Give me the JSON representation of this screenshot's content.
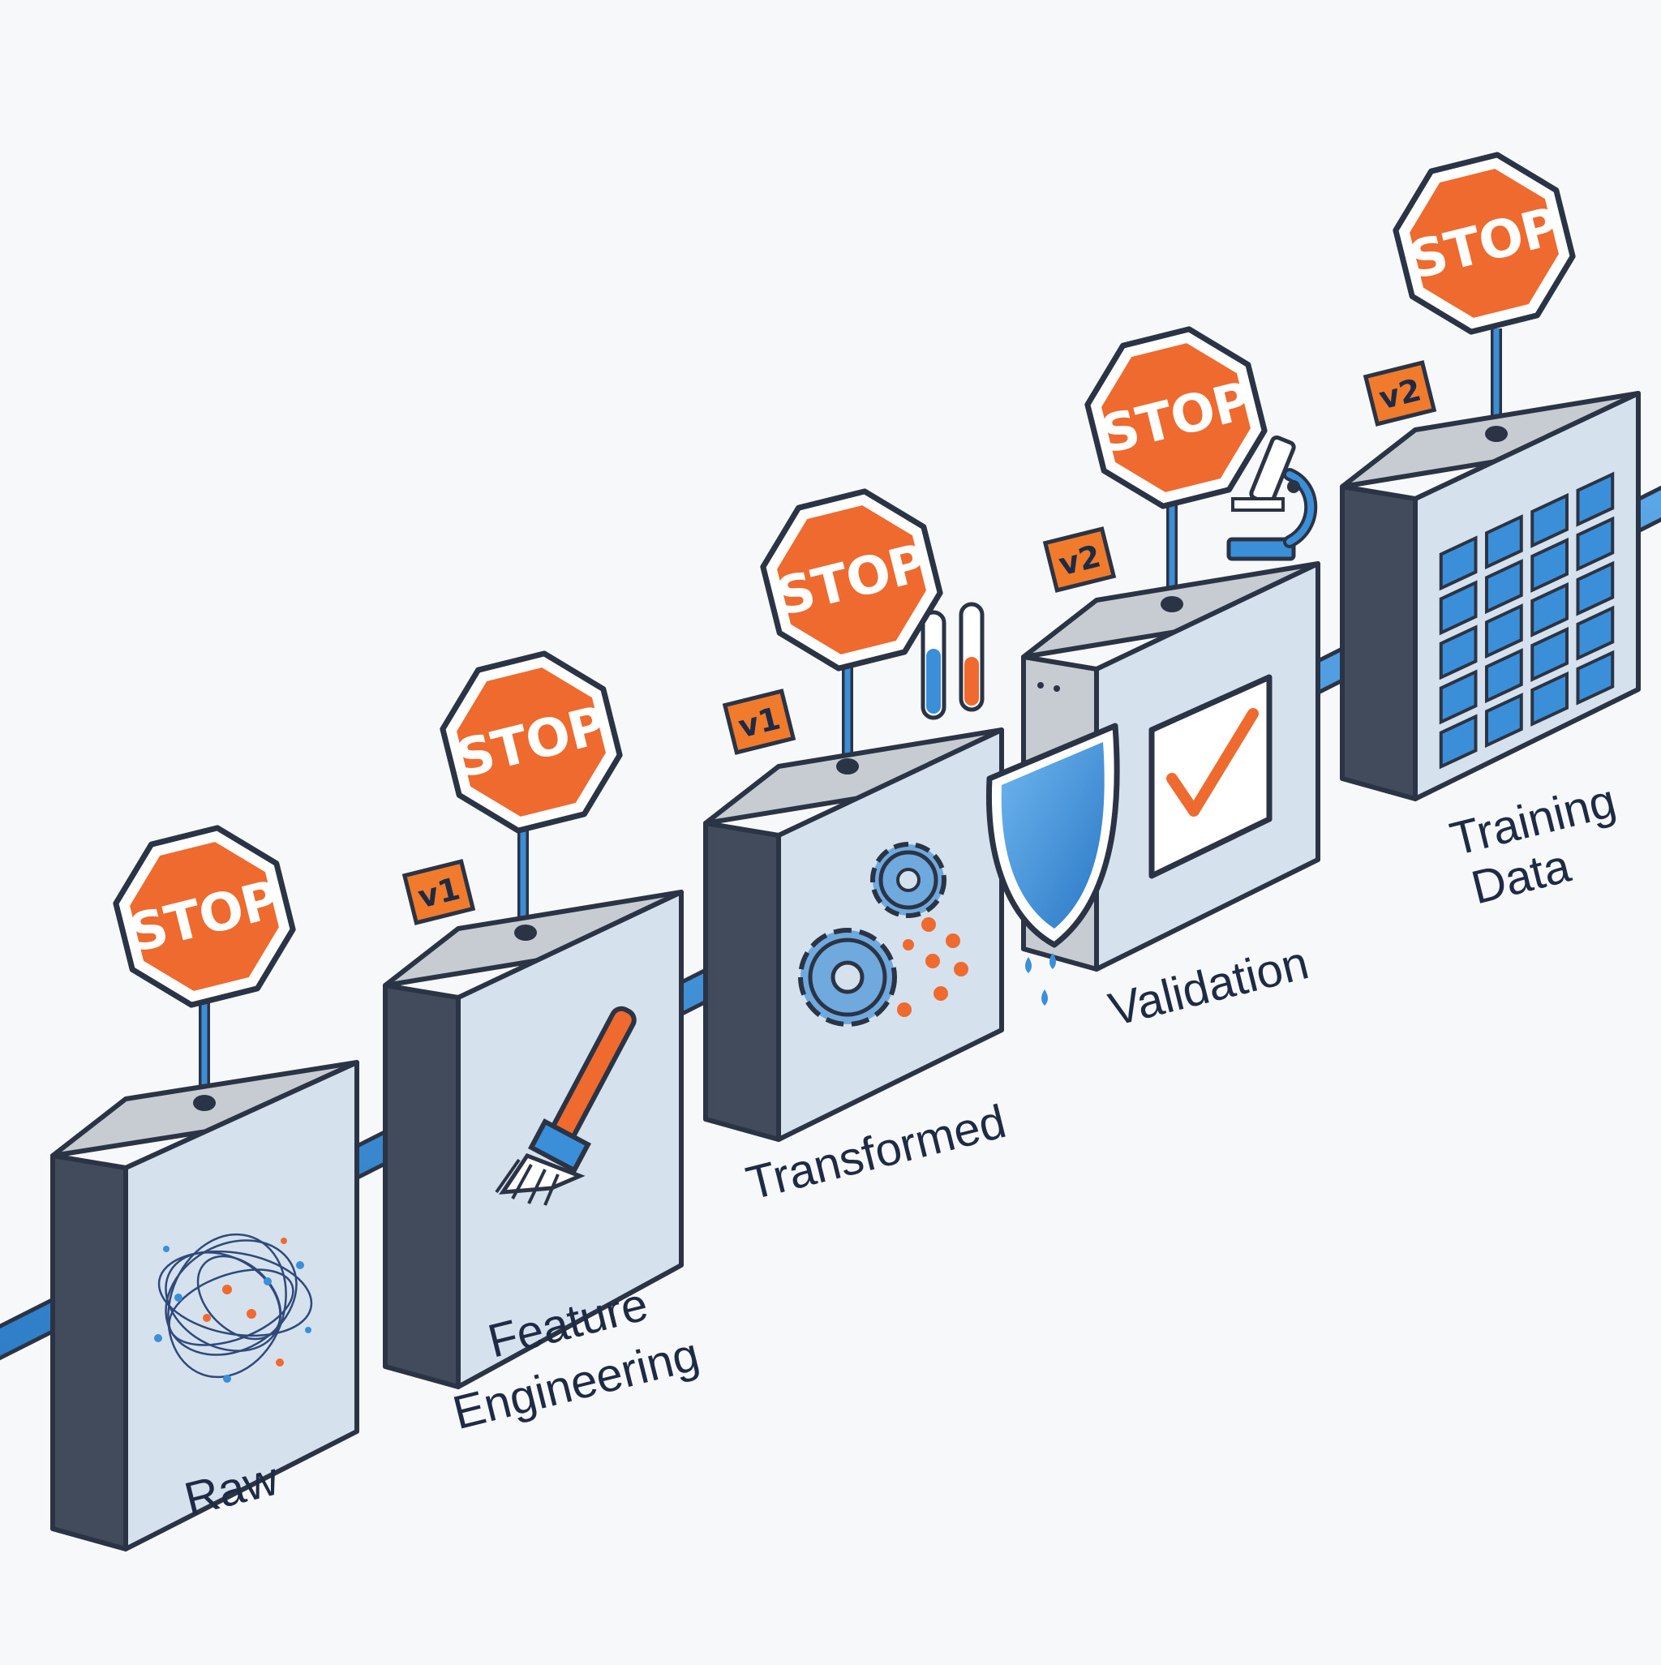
{
  "colors": {
    "outline": "#2b3445",
    "box_face": "#d6e1ee",
    "box_top": "#c7ccd3",
    "box_side": "#414b5c",
    "pipe": "#3b8fd9",
    "stop_red": "#ef6a2e",
    "badge": "#f07b2c",
    "accent_blue": "#3b8fd9"
  },
  "stages": [
    {
      "id": "raw",
      "label": "Raw",
      "version": "",
      "icon": "data-tangle-icon",
      "stop": "STOP"
    },
    {
      "id": "feature",
      "label_lines": [
        "Feature",
        "Engineering"
      ],
      "version": "v1",
      "icon": "brush-icon",
      "stop": "STOP"
    },
    {
      "id": "transformed",
      "label": "Transformed",
      "version": "v1",
      "icon": "gears-icon",
      "stop": "STOP"
    },
    {
      "id": "validation",
      "label": "Validation",
      "version": "v2",
      "icon": "checkbox-icon",
      "stop": "STOP"
    },
    {
      "id": "training",
      "label_lines": [
        "Training",
        "Data"
      ],
      "version": "v2",
      "icon": "grid-icon",
      "stop": "STOP"
    }
  ]
}
